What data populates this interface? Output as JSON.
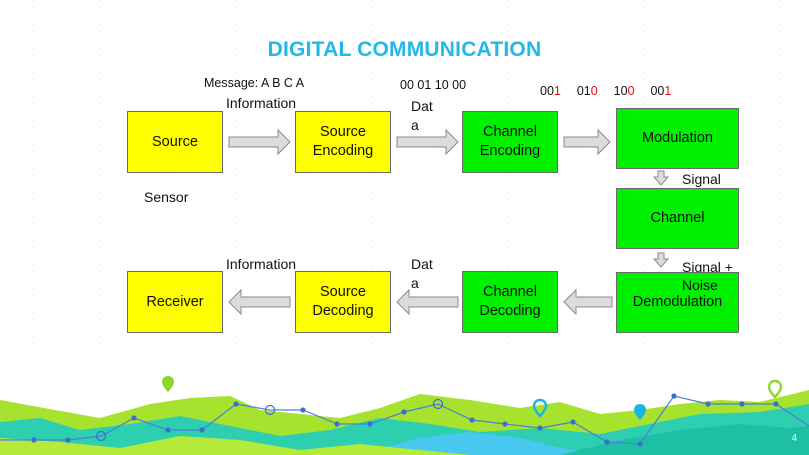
{
  "slide": {
    "title": "DIGITAL COMMUNICATION",
    "page_number": "4"
  },
  "labels": {
    "message": "Message: A B C A",
    "information_top": "Information",
    "information_bottom": "Information",
    "data_top_1": "Dat",
    "data_top_2": "a",
    "data_bottom_1": "Dat",
    "data_bottom_2": "a",
    "sensor": "Sensor",
    "signal": "Signal",
    "signal_noise_1": "Signal +",
    "signal_noise_2": "Noise"
  },
  "bits": {
    "source_coded": "00  01 10  00",
    "channel_coded": [
      {
        "black": "00",
        "red": "1"
      },
      {
        "black": "01",
        "red": "0"
      },
      {
        "black": "10",
        "red": "0"
      },
      {
        "black": "00",
        "red": "1"
      }
    ]
  },
  "blocks": {
    "source": "Source",
    "source_encoding_1": "Source",
    "source_encoding_2": "Encoding",
    "channel_encoding_1": "Channel",
    "channel_encoding_2": "Encoding",
    "modulation": "Modulation",
    "channel": "Channel",
    "demodulation": "Demodulation",
    "channel_decoding_1": "Channel",
    "channel_decoding_2": "Decoding",
    "source_decoding_1": "Source",
    "source_decoding_2": "Decoding",
    "receiver": "Receiver"
  },
  "colors": {
    "title": "#22b8e8",
    "source_side_block": "#ffff00",
    "channel_side_block": "#00f000",
    "parity_bit": "#e01010",
    "arrow_fill": "#dcdcdc"
  }
}
